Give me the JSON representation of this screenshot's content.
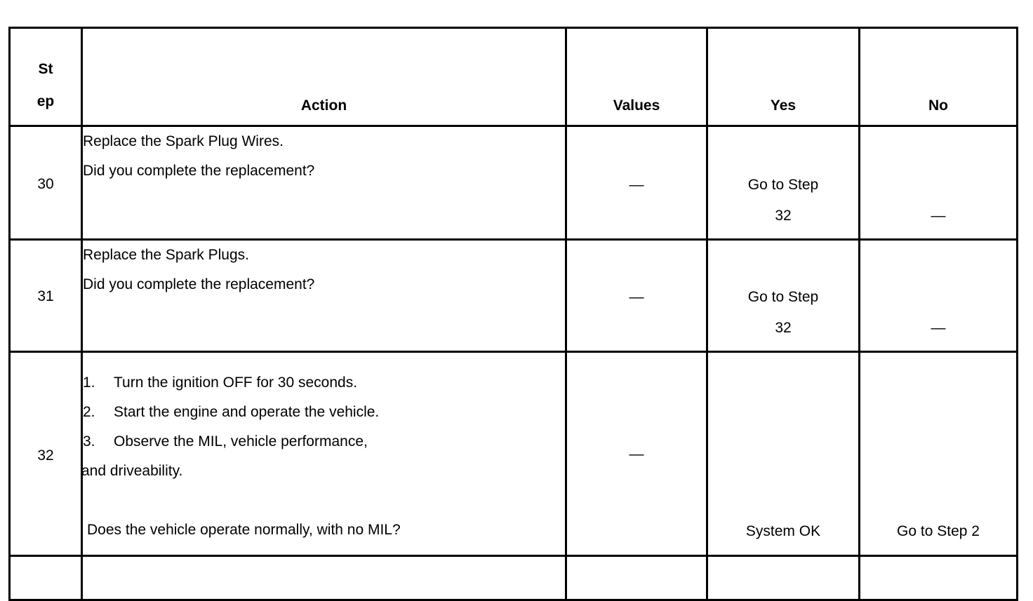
{
  "document": {
    "type": "diagnostic-procedure-table",
    "columns": [
      {
        "key": "step",
        "label_lines": [
          "St",
          "ep"
        ],
        "label": "Step"
      },
      {
        "key": "action",
        "label": "Action"
      },
      {
        "key": "values",
        "label": "Values"
      },
      {
        "key": "yes",
        "label": "Yes"
      },
      {
        "key": "no",
        "label": "No"
      }
    ],
    "rows": [
      {
        "step": "30",
        "action": {
          "kind": "lines",
          "lines": [
            "Replace the Spark Plug Wires.",
            "Did you complete the replacement?"
          ]
        },
        "values": "—",
        "yes_lines": [
          "Go to Step",
          "32"
        ],
        "no": "—"
      },
      {
        "step": "31",
        "action": {
          "kind": "lines",
          "lines": [
            "Replace the Spark Plugs.",
            "Did you complete the replacement?"
          ]
        },
        "values": "—",
        "yes_lines": [
          "Go to Step",
          "32"
        ],
        "no": "—"
      },
      {
        "step": "32",
        "action": {
          "kind": "numbered",
          "items": [
            {
              "marker": "1.",
              "text": "Turn the ignition OFF for 30 seconds."
            },
            {
              "marker": "2.",
              "text": "Start the engine and operate the vehicle."
            },
            {
              "marker": "3.",
              "text": "Observe the MIL, vehicle performance,"
            }
          ],
          "continuation": "and driveability.",
          "question": "Does the vehicle operate normally, with no MIL?"
        },
        "values": "—",
        "yes": "System OK",
        "no": "Go to Step 2"
      }
    ]
  },
  "colors": {
    "rule": "#000000",
    "text": "#000000",
    "page": "#ffffff"
  }
}
